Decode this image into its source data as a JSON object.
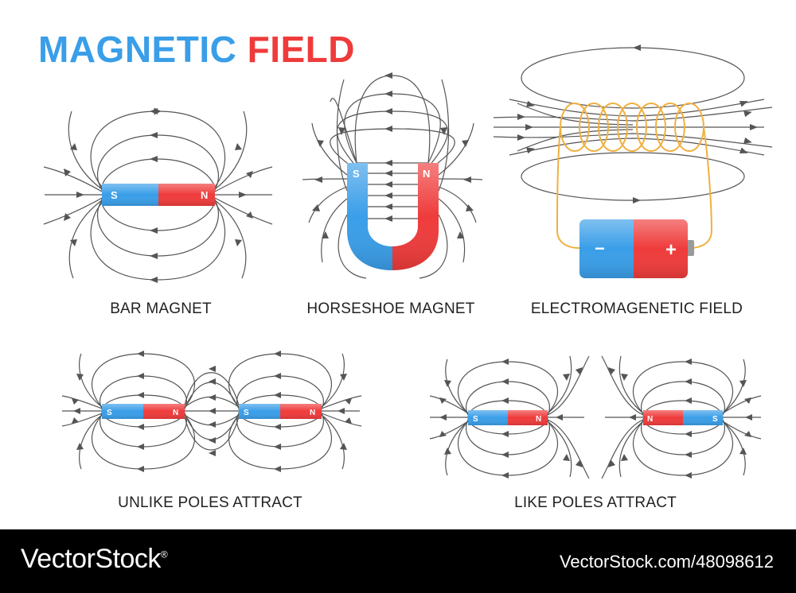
{
  "title": {
    "part1": "MAGNETIC",
    "part2": "FIELD"
  },
  "captions": {
    "bar_magnet": "BAR MAGNET",
    "horseshoe_magnet": "HORSESHOE MAGNET",
    "electromagnetic_field": "ELECTROMAGENETIC FIELD",
    "unlike_poles": "UNLIKE POLES ATTRACT",
    "like_poles": "LIKE POLES ATTRACT"
  },
  "poles": {
    "south": "S",
    "north": "N"
  },
  "battery": {
    "minus": "−",
    "plus": "+"
  },
  "footer": {
    "brand": "VectorStock",
    "registered": "®",
    "image_id": "VectorStock.com/48098612"
  },
  "colors": {
    "south_blue": "#3a9ee8",
    "north_red": "#ef3b3b",
    "field_line": "#555555",
    "coil": "#f0b040",
    "title_blue": "#3a9ee8",
    "title_red": "#ef3b3b"
  }
}
